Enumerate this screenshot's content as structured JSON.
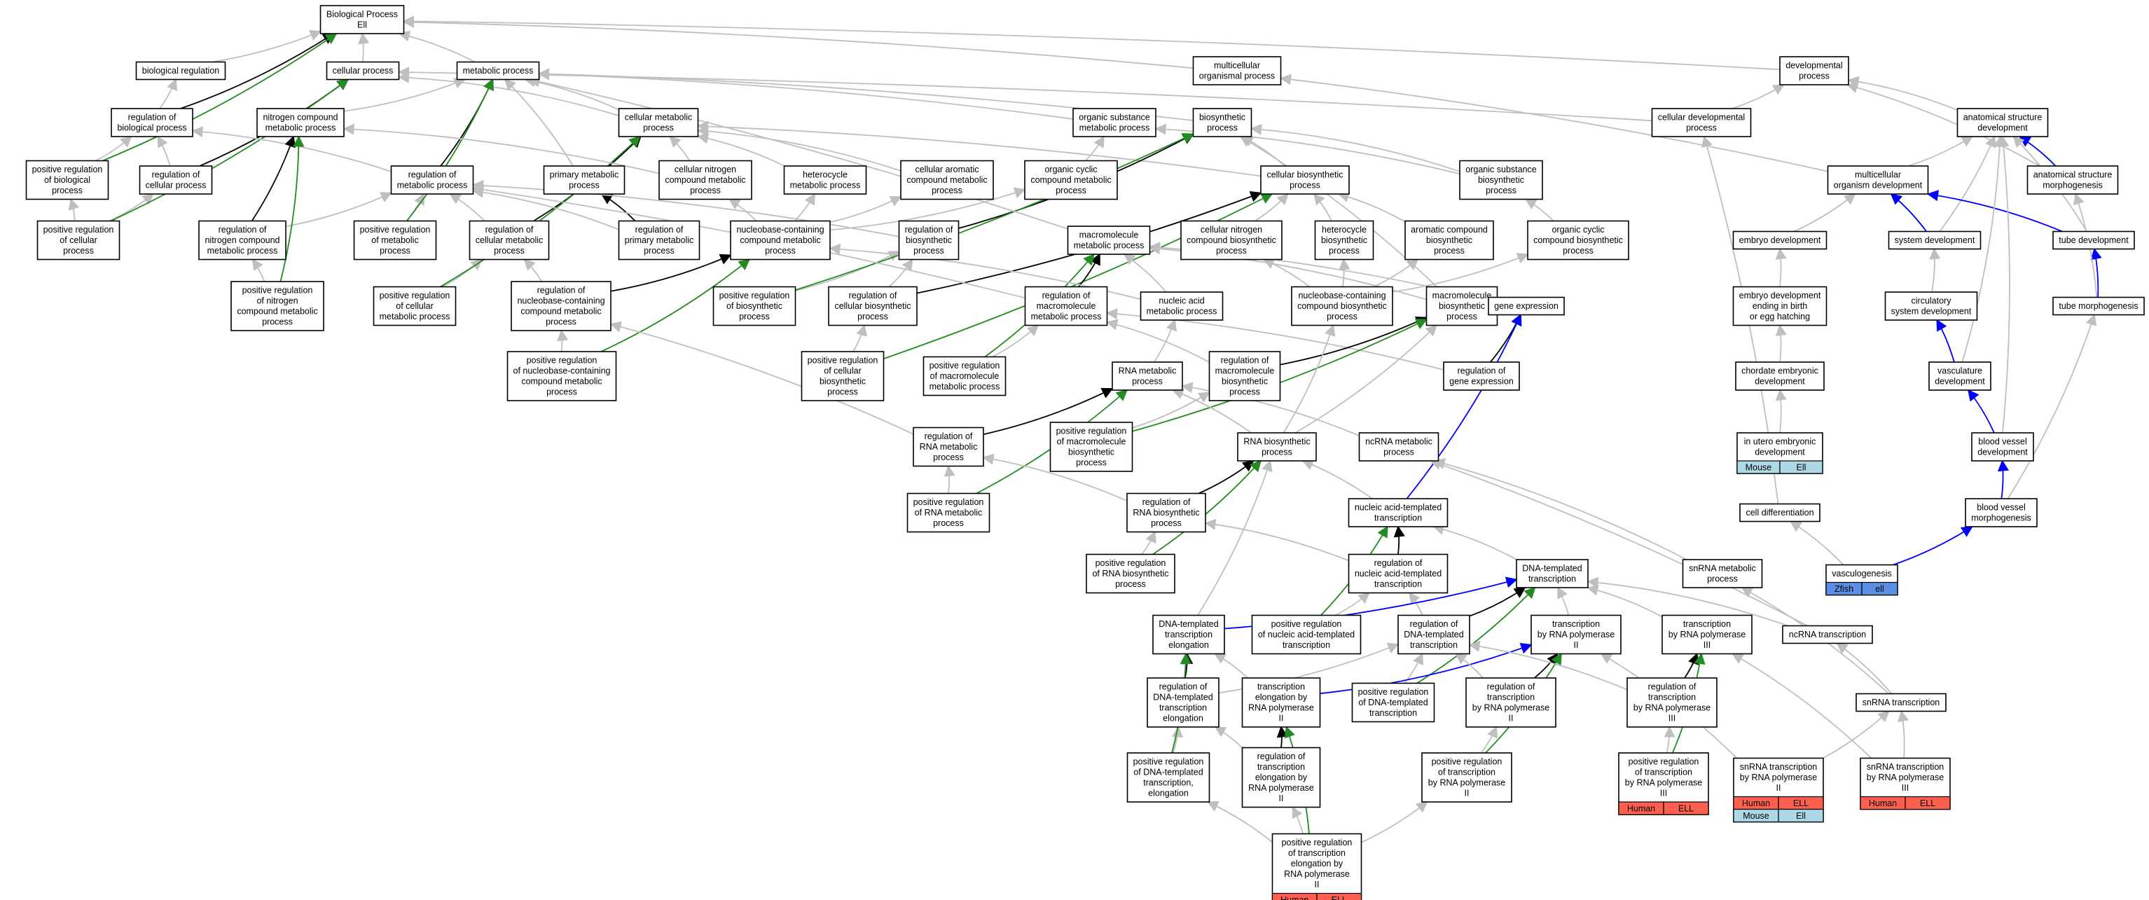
{
  "colors": {
    "is_a": "#bfbfbf",
    "regulates": "#000000",
    "positively_regulates": "#228b22",
    "part_of": "#0000ff",
    "tag_human": "#ff5f4f",
    "tag_mouse": "#add8e6",
    "tag_zfish": "#5b8ee6"
  },
  "nodes": [
    {
      "id": "bp",
      "lines": [
        "Biological Process",
        "Ell"
      ]
    },
    {
      "id": "bioreg",
      "lines": [
        "biological regulation"
      ]
    },
    {
      "id": "cellproc",
      "lines": [
        "cellular process"
      ]
    },
    {
      "id": "metproc",
      "lines": [
        "metabolic process"
      ]
    },
    {
      "id": "multiproc",
      "lines": [
        "multicellular",
        "organismal process"
      ]
    },
    {
      "id": "devproc",
      "lines": [
        "developmental",
        "process"
      ]
    },
    {
      "id": "regbio",
      "lines": [
        "regulation of",
        "biological process"
      ]
    },
    {
      "id": "nitro",
      "lines": [
        "nitrogen compound",
        "metabolic process"
      ]
    },
    {
      "id": "cellmet",
      "lines": [
        "cellular metabolic",
        "process"
      ]
    },
    {
      "id": "orgsub",
      "lines": [
        "organic substance",
        "metabolic process"
      ]
    },
    {
      "id": "biosyn",
      "lines": [
        "biosynthetic",
        "process"
      ]
    },
    {
      "id": "celldev",
      "lines": [
        "cellular developmental",
        "process"
      ]
    },
    {
      "id": "anat",
      "lines": [
        "anatomical structure",
        "development"
      ]
    },
    {
      "id": "posregbio",
      "lines": [
        "positive regulation",
        "of biological",
        "process"
      ]
    },
    {
      "id": "regcell",
      "lines": [
        "regulation of",
        "cellular process"
      ]
    },
    {
      "id": "regmet",
      "lines": [
        "regulation of",
        "metabolic process"
      ]
    },
    {
      "id": "primmet",
      "lines": [
        "primary metabolic",
        "process"
      ]
    },
    {
      "id": "cellnitro",
      "lines": [
        "cellular nitrogen",
        "compound metabolic",
        "process"
      ]
    },
    {
      "id": "hetmet",
      "lines": [
        "heterocycle",
        "metabolic process"
      ]
    },
    {
      "id": "cellarom",
      "lines": [
        "cellular aromatic",
        "compound metabolic",
        "process"
      ]
    },
    {
      "id": "orgcyc",
      "lines": [
        "organic cyclic",
        "compound metabolic",
        "process"
      ]
    },
    {
      "id": "cellbio",
      "lines": [
        "cellular biosynthetic",
        "process"
      ]
    },
    {
      "id": "orgsubbio",
      "lines": [
        "organic substance",
        "biosynthetic",
        "process"
      ]
    },
    {
      "id": "multidev",
      "lines": [
        "multicellular",
        "organism development"
      ]
    },
    {
      "id": "anatmorph",
      "lines": [
        "anatomical structure",
        "morphogenesis"
      ]
    },
    {
      "id": "posregcell",
      "lines": [
        "positive regulation",
        "of cellular",
        "process"
      ]
    },
    {
      "id": "regnitro",
      "lines": [
        "regulation of",
        "nitrogen compound",
        "metabolic process"
      ]
    },
    {
      "id": "posregmet",
      "lines": [
        "positive regulation",
        "of metabolic",
        "process"
      ]
    },
    {
      "id": "regcellmet",
      "lines": [
        "regulation of",
        "cellular metabolic",
        "process"
      ]
    },
    {
      "id": "regprim",
      "lines": [
        "regulation of",
        "primary metabolic",
        "process"
      ]
    },
    {
      "id": "nucmet",
      "lines": [
        "nucleobase-containing",
        "compound metabolic",
        "process"
      ]
    },
    {
      "id": "regbiosyn",
      "lines": [
        "regulation of",
        "biosynthetic",
        "process"
      ]
    },
    {
      "id": "macmet",
      "lines": [
        "macromolecule",
        "metabolic process"
      ]
    },
    {
      "id": "cellnitrobio",
      "lines": [
        "cellular nitrogen",
        "compound biosynthetic",
        "process"
      ]
    },
    {
      "id": "hetbio",
      "lines": [
        "heterocycle",
        "biosynthetic",
        "process"
      ]
    },
    {
      "id": "arombio",
      "lines": [
        "aromatic compound",
        "biosynthetic",
        "process"
      ]
    },
    {
      "id": "orgcycbio",
      "lines": [
        "organic cyclic",
        "compound biosynthetic",
        "process"
      ]
    },
    {
      "id": "embdev",
      "lines": [
        "embryo development"
      ]
    },
    {
      "id": "sysdev",
      "lines": [
        "system development"
      ]
    },
    {
      "id": "tubedev",
      "lines": [
        "tube development"
      ]
    },
    {
      "id": "posregnitro",
      "lines": [
        "positive regulation",
        "of nitrogen",
        "compound metabolic",
        "process"
      ]
    },
    {
      "id": "posregcellmet",
      "lines": [
        "positive regulation",
        "of cellular",
        "metabolic process"
      ]
    },
    {
      "id": "regnuc",
      "lines": [
        "regulation of",
        "nucleobase-containing",
        "compound metabolic",
        "process"
      ]
    },
    {
      "id": "posregbiosyn",
      "lines": [
        "positive regulation",
        "of biosynthetic",
        "process"
      ]
    },
    {
      "id": "regcellbio",
      "lines": [
        "regulation of",
        "cellular biosynthetic",
        "process"
      ]
    },
    {
      "id": "regmac",
      "lines": [
        "regulation of",
        "macromolecule",
        "metabolic process"
      ]
    },
    {
      "id": "nucacid",
      "lines": [
        "nucleic acid",
        "metabolic process"
      ]
    },
    {
      "id": "nucbio",
      "lines": [
        "nucleobase-containing",
        "compound biosynthetic",
        "process"
      ]
    },
    {
      "id": "macbio",
      "lines": [
        "macromolecule",
        "biosynthetic",
        "process"
      ]
    },
    {
      "id": "geneexp",
      "lines": [
        "gene expression"
      ]
    },
    {
      "id": "embbirth",
      "lines": [
        "embryo development",
        "ending in birth",
        "or egg hatching"
      ]
    },
    {
      "id": "circ",
      "lines": [
        "circulatory",
        "system development"
      ]
    },
    {
      "id": "tubemorph",
      "lines": [
        "tube morphogenesis"
      ]
    },
    {
      "id": "posregnuc",
      "lines": [
        "positive regulation",
        "of nucleobase-containing",
        "compound metabolic",
        "process"
      ]
    },
    {
      "id": "posregcellbio",
      "lines": [
        "positive regulation",
        "of cellular",
        "biosynthetic",
        "process"
      ]
    },
    {
      "id": "posregmac",
      "lines": [
        "positive regulation",
        "of macromolecule",
        "metabolic process"
      ]
    },
    {
      "id": "rnamet",
      "lines": [
        "RNA metabolic",
        "process"
      ]
    },
    {
      "id": "regmacbio",
      "lines": [
        "regulation of",
        "macromolecule",
        "biosynthetic",
        "process"
      ]
    },
    {
      "id": "reggene",
      "lines": [
        "regulation of",
        "gene expression"
      ]
    },
    {
      "id": "chord",
      "lines": [
        "chordate embryonic",
        "development"
      ]
    },
    {
      "id": "vasc",
      "lines": [
        "vasculature",
        "development"
      ]
    },
    {
      "id": "regrnamet",
      "lines": [
        "regulation of",
        "RNA metabolic",
        "process"
      ]
    },
    {
      "id": "posregmacbio",
      "lines": [
        "positive regulation",
        "of macromolecule",
        "biosynthetic",
        "process"
      ]
    },
    {
      "id": "rnabio",
      "lines": [
        "RNA biosynthetic",
        "process"
      ]
    },
    {
      "id": "ncrnamet",
      "lines": [
        "ncRNA metabolic",
        "process"
      ]
    },
    {
      "id": "utero",
      "lines": [
        "in utero embryonic",
        "development"
      ],
      "tags": [
        [
          "Mouse",
          "Ell"
        ]
      ]
    },
    {
      "id": "bvdev",
      "lines": [
        "blood vessel",
        "development"
      ]
    },
    {
      "id": "posregrnamet",
      "lines": [
        "positive regulation",
        "of RNA metabolic",
        "process"
      ]
    },
    {
      "id": "regrnabio",
      "lines": [
        "regulation of",
        "RNA biosynthetic",
        "process"
      ]
    },
    {
      "id": "nuctrans",
      "lines": [
        "nucleic acid-templated",
        "transcription"
      ]
    },
    {
      "id": "bvmorph",
      "lines": [
        "blood vessel",
        "morphogenesis"
      ]
    },
    {
      "id": "celldiff",
      "lines": [
        "cell differentiation"
      ]
    },
    {
      "id": "posregrnabio",
      "lines": [
        "positive regulation",
        "of RNA biosynthetic",
        "process"
      ]
    },
    {
      "id": "regnuctrans",
      "lines": [
        "regulation of",
        "nucleic acid-templated",
        "transcription"
      ]
    },
    {
      "id": "dnatrans",
      "lines": [
        "DNA-templated",
        "transcription"
      ]
    },
    {
      "id": "snrnamet",
      "lines": [
        "snRNA metabolic",
        "process"
      ]
    },
    {
      "id": "vasculo",
      "lines": [
        "vasculogenesis"
      ],
      "tags": [
        [
          "Zfish",
          "ell"
        ]
      ]
    },
    {
      "id": "dnaelong",
      "lines": [
        "DNA-templated",
        "transcription",
        "elongation"
      ]
    },
    {
      "id": "posregnuctrans",
      "lines": [
        "positive regulation",
        "of nucleic acid-templated",
        "transcription"
      ]
    },
    {
      "id": "regdnatrans",
      "lines": [
        "regulation of",
        "DNA-templated",
        "transcription"
      ]
    },
    {
      "id": "transpol2",
      "lines": [
        "transcription",
        "by RNA polymerase",
        "II"
      ]
    },
    {
      "id": "transpol3",
      "lines": [
        "transcription",
        "by RNA polymerase",
        "III"
      ]
    },
    {
      "id": "ncrnatrans",
      "lines": [
        "ncRNA transcription"
      ]
    },
    {
      "id": "regdnaelong",
      "lines": [
        "regulation of",
        "DNA-templated",
        "transcription",
        "elongation"
      ]
    },
    {
      "id": "transelong2",
      "lines": [
        "transcription",
        "elongation by",
        "RNA polymerase",
        "II"
      ]
    },
    {
      "id": "posregdnatrans",
      "lines": [
        "positive regulation",
        "of DNA-templated",
        "transcription"
      ]
    },
    {
      "id": "regtrans2",
      "lines": [
        "regulation of",
        "transcription",
        "by RNA polymerase",
        "II"
      ]
    },
    {
      "id": "regtrans3",
      "lines": [
        "regulation of",
        "transcription",
        "by RNA polymerase",
        "III"
      ]
    },
    {
      "id": "snrnatrans",
      "lines": [
        "snRNA transcription"
      ]
    },
    {
      "id": "posregdnaelong",
      "lines": [
        "positive regulation",
        "of DNA-templated",
        "transcription,",
        "elongation"
      ]
    },
    {
      "id": "regtranselong2",
      "lines": [
        "regulation of",
        "transcription",
        "elongation by",
        "RNA polymerase",
        "II"
      ]
    },
    {
      "id": "posregtrans2",
      "lines": [
        "positive regulation",
        "of transcription",
        "by RNA polymerase",
        "II"
      ]
    },
    {
      "id": "posregtrans3",
      "lines": [
        "positive regulation",
        "of transcription",
        "by RNA polymerase",
        "III"
      ],
      "tags": [
        [
          "Human",
          "ELL"
        ]
      ]
    },
    {
      "id": "snrna2",
      "lines": [
        "snRNA transcription",
        "by RNA polymerase",
        "II"
      ],
      "tags": [
        [
          "Human",
          "ELL"
        ],
        [
          "Mouse",
          "Ell"
        ]
      ]
    },
    {
      "id": "snrna3",
      "lines": [
        "snRNA transcription",
        "by RNA polymerase",
        "III"
      ],
      "tags": [
        [
          "Human",
          "ELL"
        ]
      ]
    },
    {
      "id": "posregtranselong2",
      "lines": [
        "positive regulation",
        "of transcription",
        "elongation by",
        "RNA polymerase",
        "II"
      ],
      "tags": [
        [
          "Human",
          "ELL"
        ]
      ]
    }
  ]
}
